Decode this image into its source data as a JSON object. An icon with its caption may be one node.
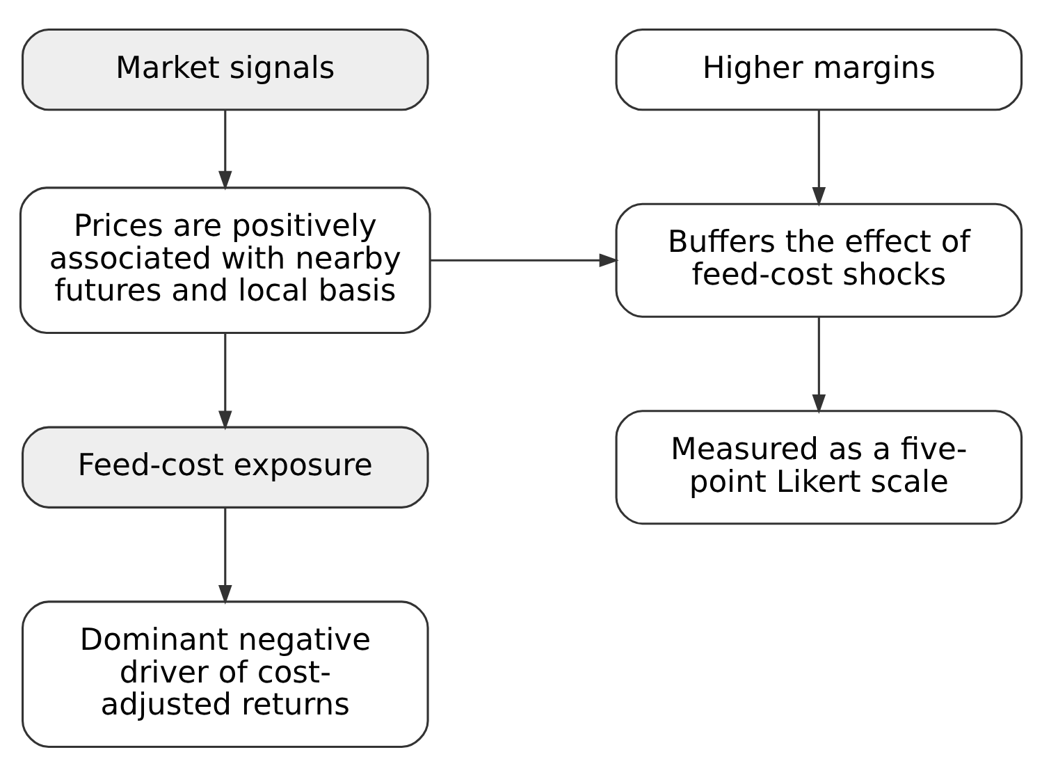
{
  "diagram": {
    "nodes": [
      {
        "text": [
          "Market signals"
        ]
      },
      {
        "text": [
          "Prices are positively associated with nearby futures and local basis"
        ]
      },
      {
        "text": [
          "Feed-cost exposure"
        ]
      },
      {
        "text": [
          "Dominant negative driver of cost-adjusted returns"
        ]
      },
      {
        "text": [
          "Higher margins"
        ]
      },
      {
        "text": [
          "Buffers the effect of feed-cost shocks"
        ]
      },
      {
        "text": [
          "Measured as a five-point Likert scale"
        ]
      }
    ],
    "edges": [
      {
        "from": 0,
        "to": 1,
        "arrow": "to"
      },
      {
        "from": 1,
        "to": 2,
        "arrow": "to"
      },
      {
        "from": 2,
        "to": 3,
        "arrow": "to"
      },
      {
        "from": 1,
        "to": 5,
        "arrow": "to"
      },
      {
        "from": 4,
        "to": 5,
        "arrow": "to"
      },
      {
        "from": 5,
        "to": 6,
        "arrow": "to"
      }
    ]
  }
}
